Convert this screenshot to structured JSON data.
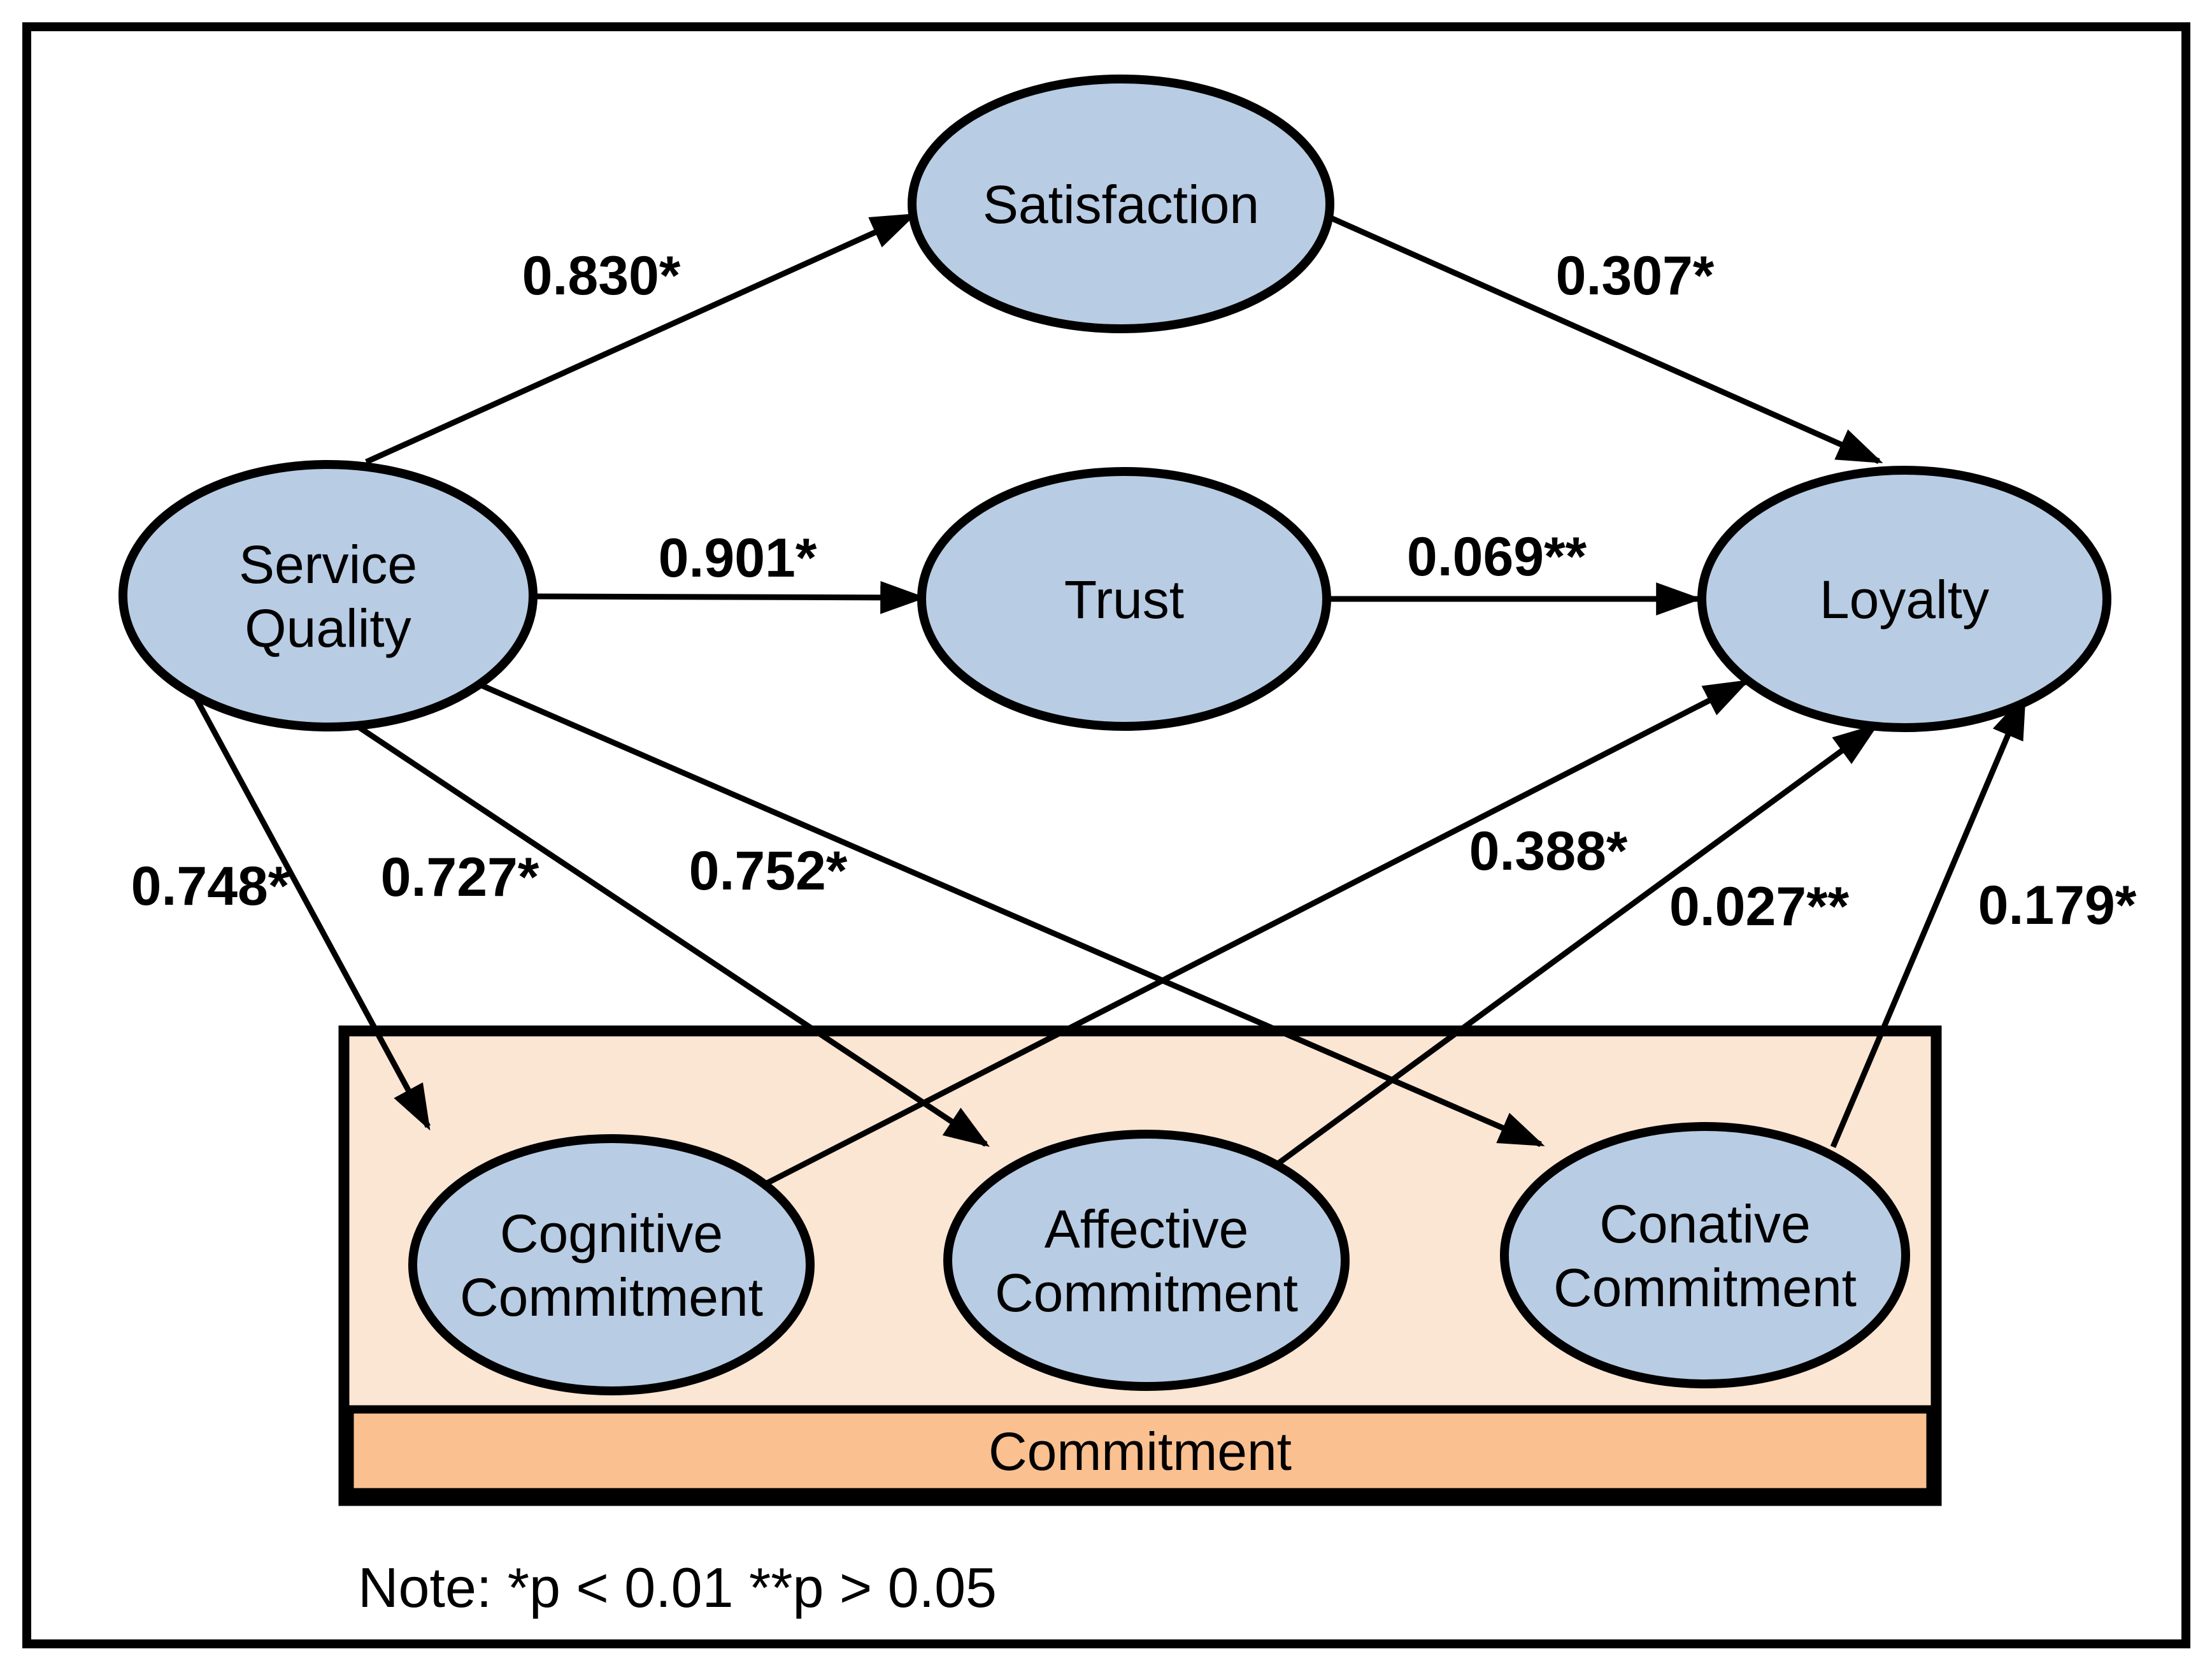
{
  "diagram": {
    "title_semantic": "Structural model path diagram",
    "note": "Note: *p < 0.01 **p > 0.05",
    "colors": {
      "node_fill": "#b8cce4",
      "commitment_box_fill": "#fbe5d3",
      "commitment_bar_fill": "#fac090",
      "ink": "#000000",
      "background": "#ffffff"
    },
    "nodes": {
      "satisfaction": {
        "label": "Satisfaction"
      },
      "service_quality": {
        "line1": "Service",
        "line2": "Quality"
      },
      "trust": {
        "label": "Trust"
      },
      "loyalty": {
        "label": "Loyalty"
      },
      "cognitive_commitment": {
        "line1": "Cognitive",
        "line2": "Commitment"
      },
      "affective_commitment": {
        "line1": "Affective",
        "line2": "Commitment"
      },
      "conative_commitment": {
        "line1": "Conative",
        "line2": "Commitment"
      }
    },
    "group": {
      "label": "Commitment"
    },
    "paths": [
      {
        "from": "Service Quality",
        "to": "Satisfaction",
        "coefficient": "0.830*"
      },
      {
        "from": "Service Quality",
        "to": "Trust",
        "coefficient": "0.901*"
      },
      {
        "from": "Satisfaction",
        "to": "Loyalty",
        "coefficient": "0.307*"
      },
      {
        "from": "Trust",
        "to": "Loyalty",
        "coefficient": "0.069**"
      },
      {
        "from": "Service Quality",
        "to": "Cognitive Commitment",
        "coefficient": "0.748*"
      },
      {
        "from": "Service Quality",
        "to": "Affective Commitment",
        "coefficient": "0.727*"
      },
      {
        "from": "Service Quality",
        "to": "Conative Commitment",
        "coefficient": "0.752*"
      },
      {
        "from": "Cognitive Commitment",
        "to": "Loyalty",
        "coefficient": "0.388*"
      },
      {
        "from": "Affective Commitment",
        "to": "Loyalty",
        "coefficient": "0.027**"
      },
      {
        "from": "Conative Commitment",
        "to": "Loyalty",
        "coefficient": "0.179*"
      }
    ]
  }
}
